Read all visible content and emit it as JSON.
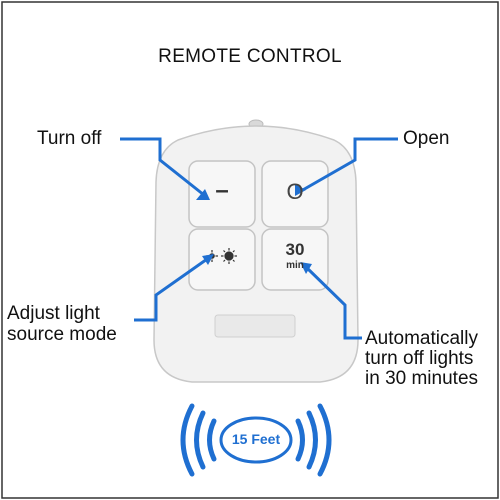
{
  "title": "REMOTE CONTROL",
  "labels": {
    "turn_off": "Turn off",
    "open": "Open",
    "adjust_line1": "Adjust light",
    "adjust_line2": "source mode",
    "auto_line1": "Automatically",
    "auto_line2": "turn off lights",
    "auto_line3": "in 30 minutes"
  },
  "buttons": {
    "off_symbol": "–",
    "open_symbol": "O",
    "timer_value": "30",
    "timer_unit": "min",
    "mode_icon": "light-mode-icon"
  },
  "range": {
    "text": "15 Feet",
    "icon": "signal-waves-icon"
  },
  "colors": {
    "accent": "#1f6fd1",
    "remote_body": "#f2f2f2",
    "border": "#333333"
  }
}
